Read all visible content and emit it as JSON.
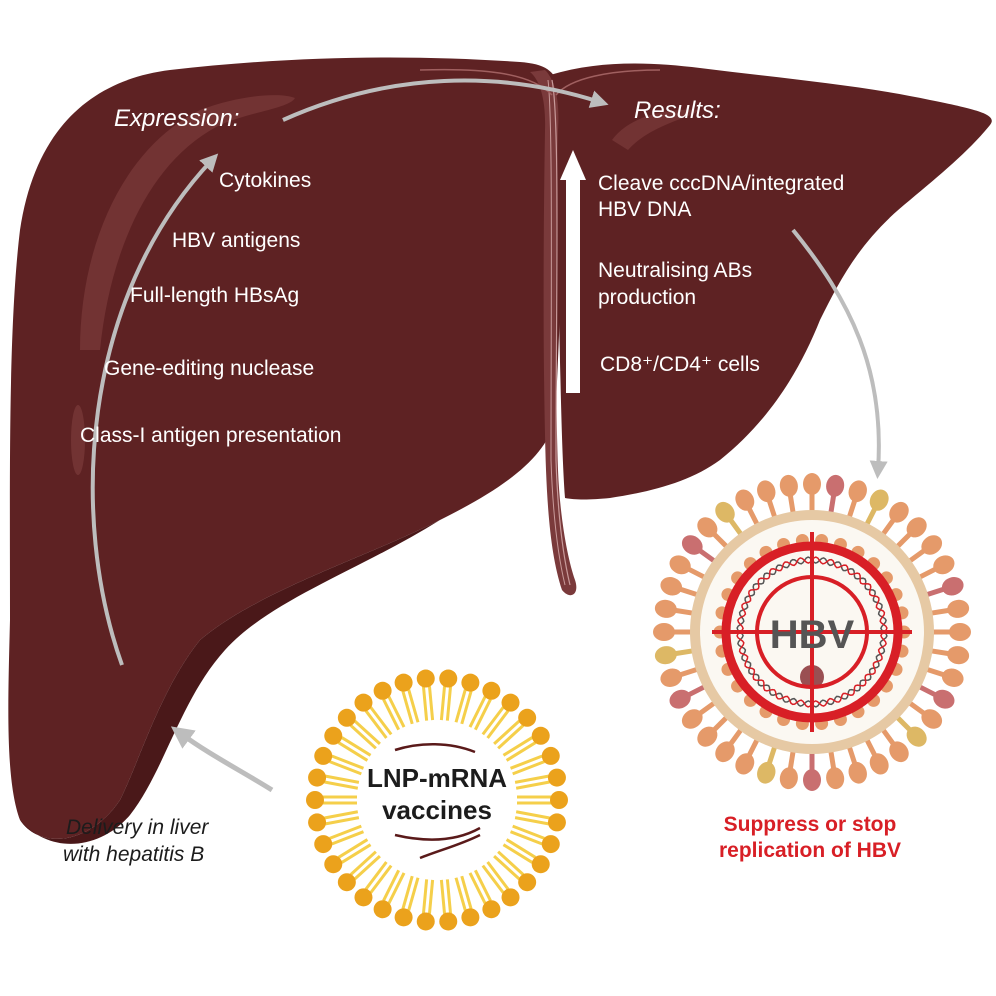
{
  "colors": {
    "liver": "#5e2223",
    "liver_dark": "#4a1819",
    "liver_highlight": "#7a3a3b",
    "arrow_grey": "#bdbdbd",
    "lipid_head": "#eba21c",
    "lipid_tail": "#f5cf4a",
    "mrna": "#5a1a1a",
    "virus_spike": "#e59a6a",
    "virus_envelope": "#e6c9a4",
    "virus_core": "#fbf8f2",
    "target_red": "#d81f26",
    "hbv_label": "#555555",
    "outcome_red": "#d81f26"
  },
  "expression": {
    "heading": "Expression:",
    "items": [
      "Cytokines",
      "HBV antigens",
      "Full-length HBsAg",
      "Gene-editing nuclease",
      "Class-I antigen presentation"
    ]
  },
  "results": {
    "heading": "Results:",
    "items": [
      {
        "line1": "Cleave cccDNA/integrated",
        "line2": "HBV DNA"
      },
      {
        "line1": "Neutralising ABs",
        "line2": "production"
      },
      {
        "line1": "CD8⁺/CD4⁺ cells",
        "line2": ""
      }
    ]
  },
  "lnp": {
    "line1": "LNP-mRNA",
    "line2": "vaccines"
  },
  "delivery": {
    "line1": "Delivery in liver",
    "line2": "with hepatitis B"
  },
  "virus": {
    "label": "HBV"
  },
  "outcome": {
    "line1": "Suppress or stop",
    "line2": "replication of HBV"
  }
}
